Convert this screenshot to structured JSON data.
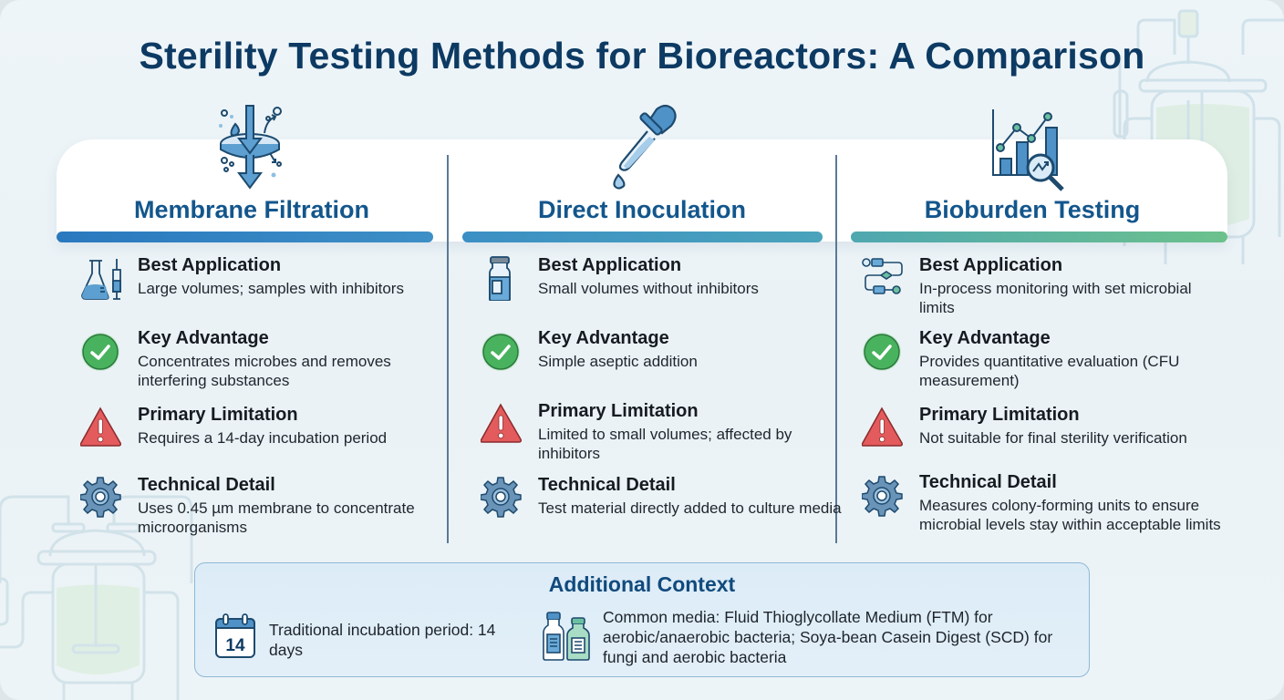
{
  "title": "Sterility Testing Methods for Bioreactors: A Comparison",
  "columns": [
    {
      "name": "Membrane Filtration",
      "header_icon": "membrane-filter-icon",
      "bar_color": [
        "#2a78be",
        "#3d8fc6"
      ],
      "items": [
        {
          "label": "Best Application",
          "icon": "flask-syringe-icon",
          "desc": "Large volumes; samples with inhibitors"
        },
        {
          "label": "Key Advantage",
          "icon": "check-circle-icon",
          "desc": "Concentrates microbes and removes interfering substances"
        },
        {
          "label": "Primary Limitation",
          "icon": "warning-triangle-icon",
          "desc": "Requires a 14-day incubation period"
        },
        {
          "label": "Technical Detail",
          "icon": "gear-icon",
          "desc": "Uses 0.45 µm membrane to concentrate microorganisms"
        }
      ]
    },
    {
      "name": "Direct Inoculation",
      "header_icon": "dropper-icon",
      "bar_color": [
        "#3b8fc4",
        "#4aa3bb"
      ],
      "items": [
        {
          "label": "Best Application",
          "icon": "vial-icon",
          "desc": "Small volumes without inhibitors"
        },
        {
          "label": "Key Advantage",
          "icon": "check-circle-icon",
          "desc": "Simple aseptic addition"
        },
        {
          "label": "Primary Limitation",
          "icon": "warning-triangle-icon",
          "desc": "Limited to small volumes; affected by inhibitors"
        },
        {
          "label": "Technical Detail",
          "icon": "gear-icon",
          "desc": "Test material directly added to culture media"
        }
      ]
    },
    {
      "name": "Bioburden Testing",
      "header_icon": "chart-magnifier-icon",
      "bar_color": [
        "#4fa7b0",
        "#6cc18c"
      ],
      "items": [
        {
          "label": "Best Application",
          "icon": "process-flow-icon",
          "desc": "In-process monitoring with set microbial limits"
        },
        {
          "label": "Key Advantage",
          "icon": "check-circle-icon",
          "desc": "Provides quantitative evaluation (CFU measurement)"
        },
        {
          "label": "Primary Limitation",
          "icon": "warning-triangle-icon",
          "desc": "Not suitable for final sterility verification"
        },
        {
          "label": "Technical Detail",
          "icon": "gear-icon",
          "desc": "Measures colony-forming units to ensure microbial levels stay within acceptable limits"
        }
      ]
    }
  ],
  "context": {
    "title": "Additional Context",
    "calendar_number": "14",
    "incubation_text": "Traditional incubation period: 14 days",
    "media_text": "Common media: Fluid Thioglycollate Medium (FTM) for aerobic/anaerobic bacteria; Soya-bean Casein Digest (SCD) for fungi and aerobic bacteria"
  },
  "colors": {
    "title": "#0d3a63",
    "column_title": "#13568c",
    "check": "#3fae5a",
    "warning": "#e05557",
    "gear": "#5b84a8"
  }
}
